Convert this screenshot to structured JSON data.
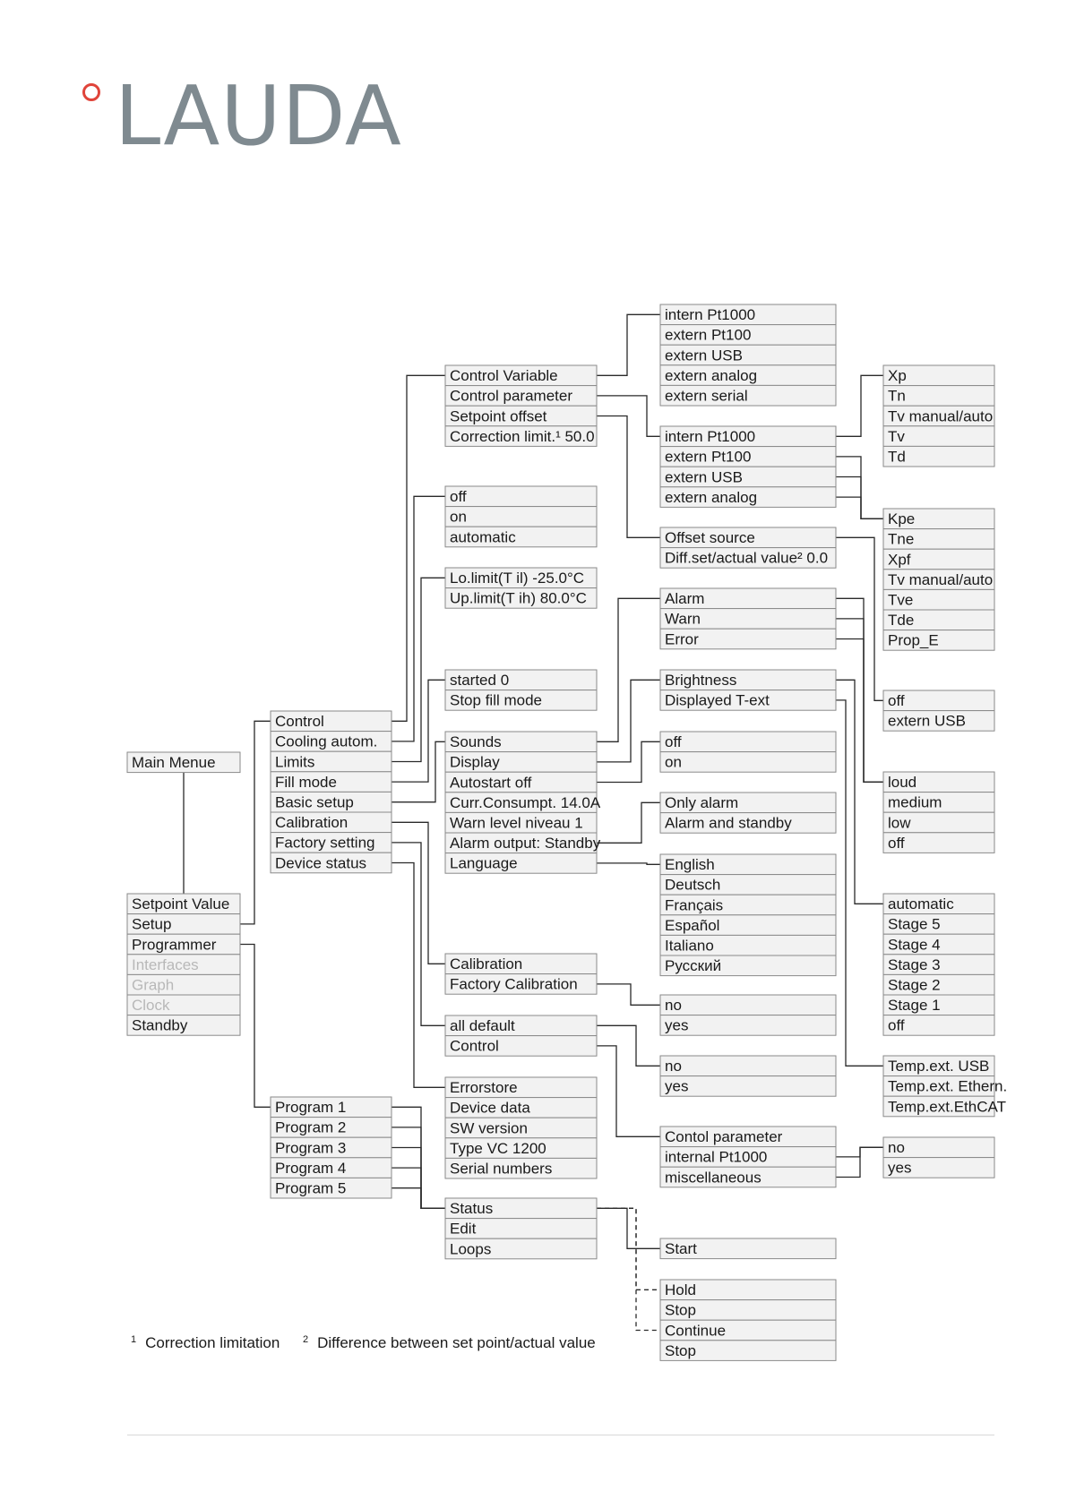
{
  "logo": {
    "text": "LAUDA"
  },
  "footnotes": [
    {
      "mark": "1",
      "text": "Correction limitation"
    },
    {
      "mark": "2",
      "text": "Difference between set point/actual value"
    }
  ],
  "menu_groups": [
    {
      "id": "main",
      "items": [
        "Main Menue"
      ]
    },
    {
      "id": "top",
      "items": [
        "Setpoint Value",
        "Setup",
        "Programmer",
        "Interfaces",
        "Graph",
        "Clock",
        "Standby"
      ],
      "disabled": [
        3,
        4,
        5
      ]
    },
    {
      "id": "setup",
      "items": [
        "Control",
        "Cooling    autom.",
        "Limits",
        "Fill mode",
        "Basic setup",
        "Calibration",
        "Factory setting",
        "Device status"
      ]
    },
    {
      "id": "programs",
      "items": [
        "Program 1",
        "Program 2",
        "Program 3",
        "Program 4",
        "Program 5"
      ]
    },
    {
      "id": "control",
      "items": [
        "Control Variable",
        "Control parameter",
        "Setpoint offset",
        "Correction limit.¹  50.0"
      ]
    },
    {
      "id": "cooling",
      "items": [
        "off",
        "on",
        "automatic"
      ]
    },
    {
      "id": "limits",
      "items": [
        "Lo.limit(T il)    -25.0°C",
        "Up.limit(T ih)    80.0°C"
      ]
    },
    {
      "id": "fill",
      "items": [
        "started                         0",
        "Stop fill mode"
      ]
    },
    {
      "id": "basic",
      "items": [
        "Sounds",
        "Display",
        "Autostart              off",
        "Curr.Consumpt. 14.0A",
        "Warn level niveau      1",
        "Alarm output: Standby",
        "Language"
      ]
    },
    {
      "id": "calib",
      "items": [
        "Calibration",
        "Factory Calibration"
      ]
    },
    {
      "id": "factory",
      "items": [
        "all default",
        "Control"
      ]
    },
    {
      "id": "devstatus",
      "items": [
        "Errorstore",
        "Device data",
        "SW version",
        "Type               VC 1200",
        "Serial numbers"
      ]
    },
    {
      "id": "progmenu",
      "items": [
        "Status",
        "Edit",
        "Loops"
      ]
    },
    {
      "id": "cv_opts",
      "items": [
        "intern Pt1000",
        "extern Pt100",
        "extern USB",
        "extern analog",
        "extern serial"
      ]
    },
    {
      "id": "cp_opts",
      "items": [
        "intern Pt1000",
        "extern Pt100",
        "extern USB",
        "extern analog"
      ]
    },
    {
      "id": "offset",
      "items": [
        "Offset source",
        "Diff.set/actual value²  0.0"
      ]
    },
    {
      "id": "sounds",
      "items": [
        "Alarm",
        "Warn",
        "Error"
      ]
    },
    {
      "id": "display",
      "items": [
        "Brightness",
        "Displayed T-ext"
      ]
    },
    {
      "id": "autostart",
      "items": [
        "off",
        "on"
      ]
    },
    {
      "id": "alarmout",
      "items": [
        "Only alarm",
        "Alarm and standby"
      ]
    },
    {
      "id": "language",
      "items": [
        "English",
        "Deutsch",
        "Français",
        "Español",
        "Italiano",
        "Русский"
      ]
    },
    {
      "id": "factcal_opts",
      "items": [
        "no",
        "yes"
      ]
    },
    {
      "id": "default_opts",
      "items": [
        "no",
        "yes"
      ]
    },
    {
      "id": "ctrl_reset",
      "items": [
        "no",
        "yes"
      ]
    },
    {
      "id": "errorstore",
      "items": [
        "Contol parameter",
        "internal Pt1000",
        "miscellaneous"
      ]
    },
    {
      "id": "start",
      "items": [
        "Start"
      ]
    },
    {
      "id": "hold",
      "items": [
        "Hold",
        "Stop",
        "Continue",
        "Stop"
      ]
    },
    {
      "id": "pid1",
      "items": [
        "Xp",
        "Tn",
        "Tv manual/auto",
        "Tv",
        "Td"
      ]
    },
    {
      "id": "pid2",
      "items": [
        "Kpe",
        "Tne",
        "Xpf",
        "Tv manual/auto",
        "Tve",
        "Tde",
        "Prop_E"
      ]
    },
    {
      "id": "offsrc_opts",
      "items": [
        "off",
        "extern USB"
      ]
    },
    {
      "id": "volume",
      "items": [
        "loud",
        "medium",
        "low",
        "off"
      ]
    },
    {
      "id": "brightness",
      "items": [
        "automatic",
        "Stage 5",
        "Stage 4",
        "Stage 3",
        "Stage 2",
        "Stage 1",
        "off"
      ]
    },
    {
      "id": "text_opts",
      "items": [
        "Temp.ext. USB",
        "Temp.ext. Ethern.",
        "Temp.ext.EthCAT"
      ]
    },
    {
      "id": "err_opts",
      "items": [
        "no",
        "yes"
      ]
    }
  ]
}
